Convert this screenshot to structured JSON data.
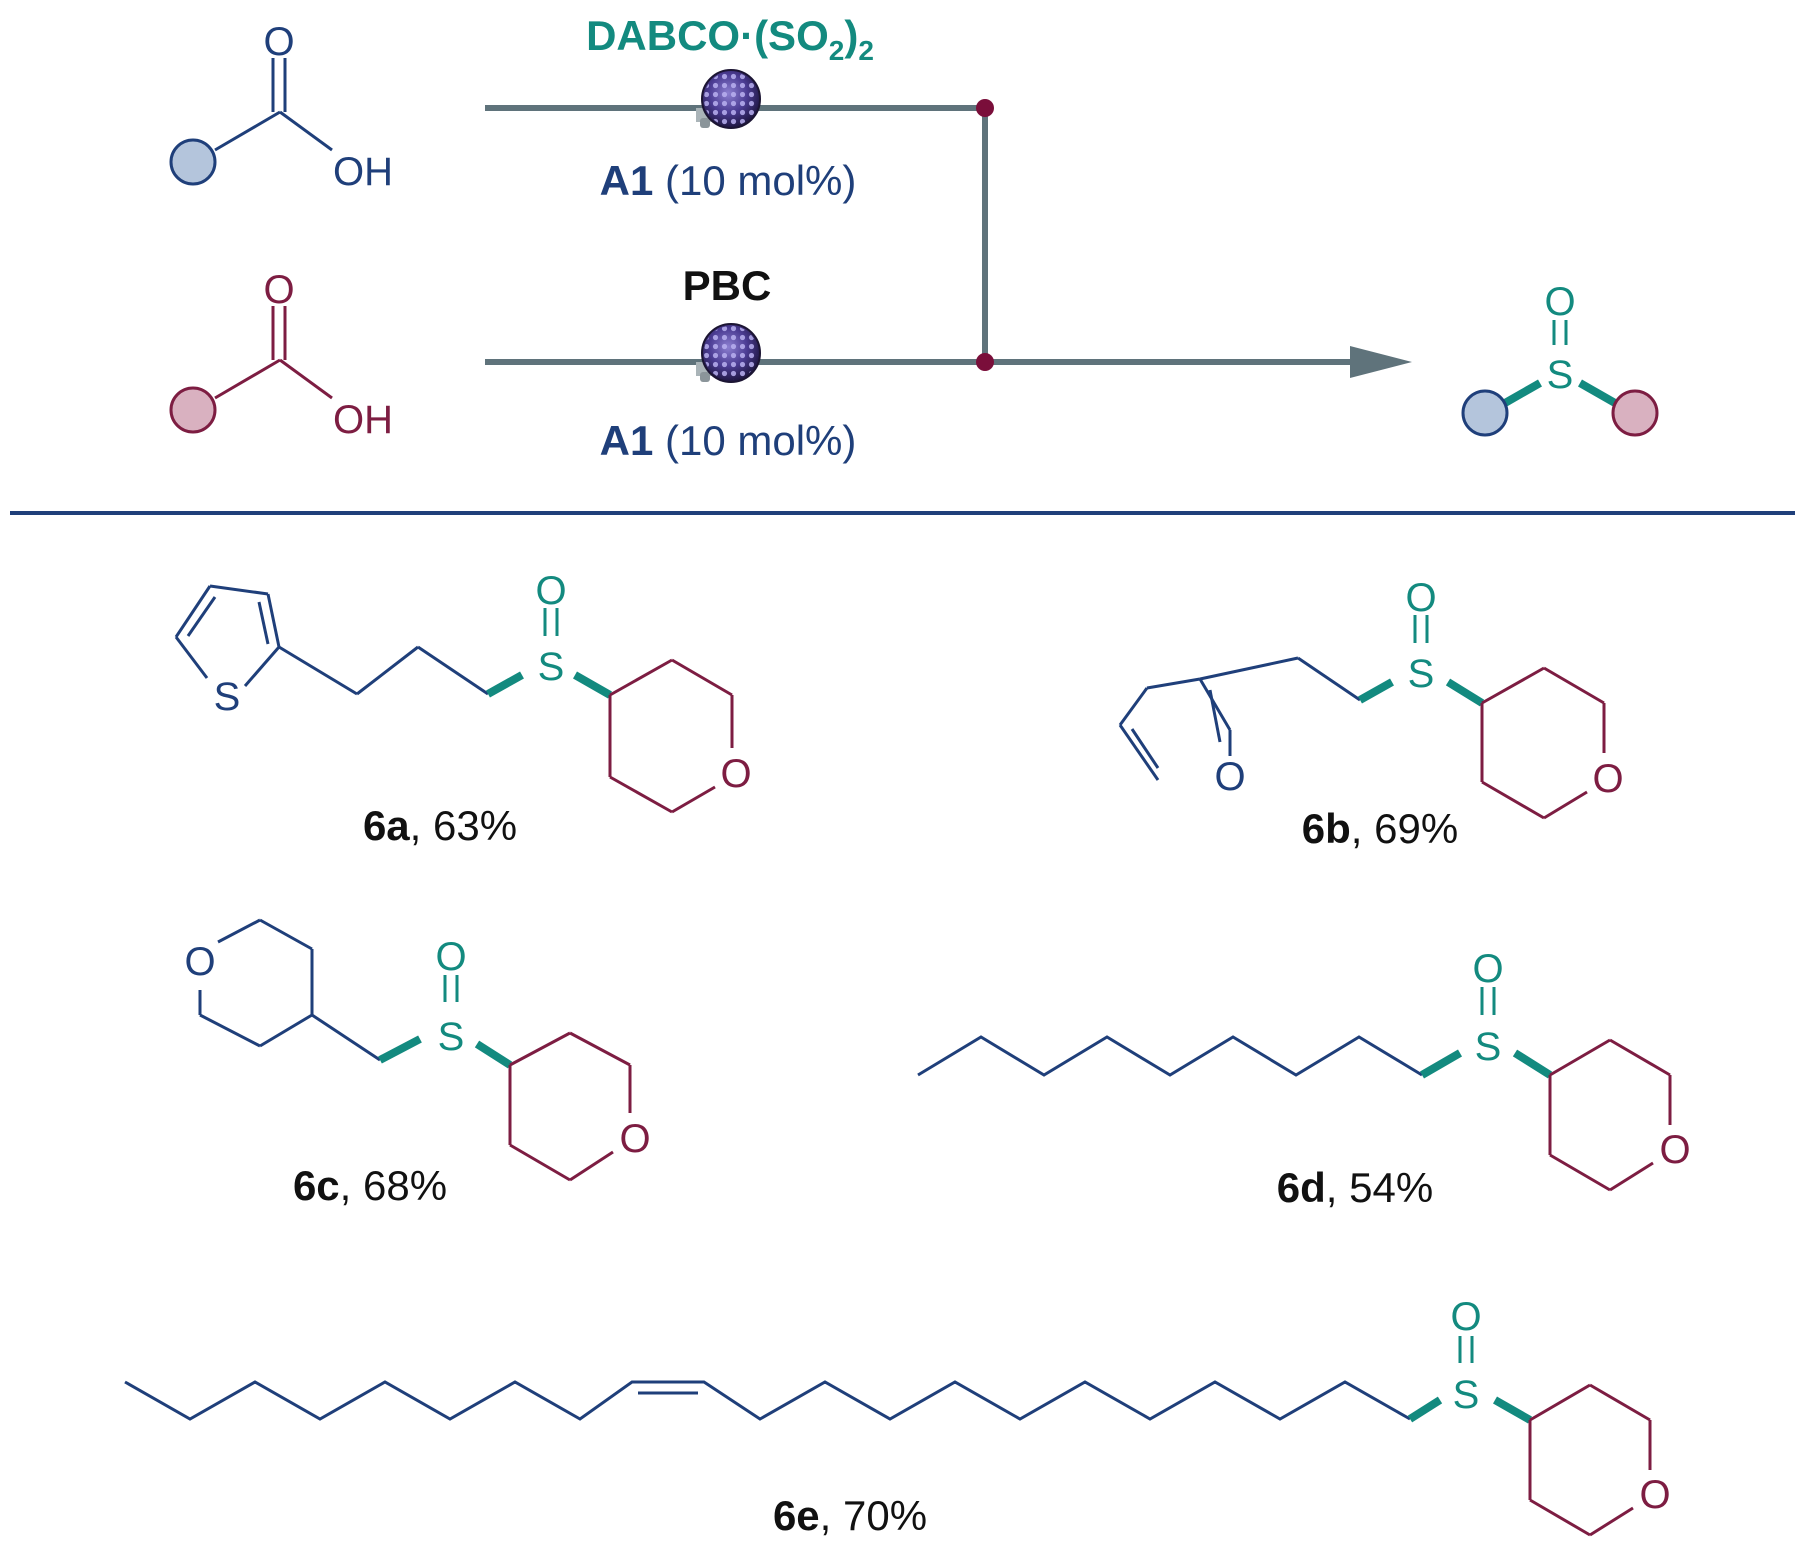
{
  "colors": {
    "blue": "#1f3f7a",
    "red": "#7d1d42",
    "teal": "#138a7f",
    "arrow": "#5f737b",
    "divider": "#1f3f7a",
    "blue_fill": "#b4c5dc",
    "red_fill": "#d9b1c0",
    "junction": "#7a0e3a"
  },
  "scheme": {
    "top_reagent": {
      "prefix": "DABCO·(SO",
      "sub1": "2",
      "mid": ")",
      "sub2": "2"
    },
    "top_catalyst": {
      "bold": "A1",
      "rest": " (10 mol%)"
    },
    "bottom_reagent": "PBC",
    "bottom_catalyst": {
      "bold": "A1",
      "rest": " (10 mol%)"
    },
    "acid_top": {
      "carbonyl_o": "O",
      "hydroxyl": "OH"
    },
    "acid_bottom": {
      "carbonyl_o": "O",
      "hydroxyl": "OH"
    },
    "product": {
      "sulfur": "S",
      "oxygen": "O"
    },
    "light_source_icon": "lamp-icon"
  },
  "compounds": [
    {
      "id": "6a",
      "yield": "63%"
    },
    {
      "id": "6b",
      "yield": "69%"
    },
    {
      "id": "6c",
      "yield": "68%"
    },
    {
      "id": "6d",
      "yield": "54%"
    },
    {
      "id": "6e",
      "yield": "70%"
    }
  ],
  "atoms": {
    "S": "S",
    "O": "O"
  }
}
